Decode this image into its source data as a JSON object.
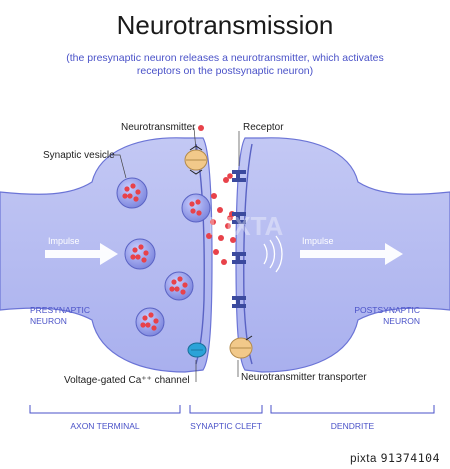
{
  "header": {
    "title": "Neurotransmission",
    "subtitle": "(the presynaptic neuron releases a neurotransmitter, which activates receptors on the postsynaptic neuron)"
  },
  "labels": {
    "neurotransmitter": "Neurotransmitter",
    "receptor": "Receptor",
    "synaptic_vesicle": "Synaptic vesicle",
    "impulse_left": "Impulse",
    "impulse_right": "Impulse",
    "presynaptic_line1": "PRESYNAPTIC",
    "presynaptic_line2": "NEURON",
    "postsynaptic_line1": "POSTSYNAPTIC",
    "postsynaptic_line2": "NEURON",
    "ca_channel": "Voltage-gated Ca⁺⁺ channel",
    "transporter": "Neurotransmitter transporter"
  },
  "segments": {
    "axon_terminal": "AXON TERMINAL",
    "synaptic_cleft": "SYNAPTIC CLEFT",
    "dendrite": "DENDRITE"
  },
  "watermark": "PIXTA",
  "footer": {
    "brand": "pixta",
    "stock_id": "91374104"
  },
  "colors": {
    "membrane": "#b7bdf2",
    "membrane_edge": "#6b74d6",
    "vesicle": "#7f88de",
    "neurotransmitter": "#e8424a",
    "receptor": "#3b4a9e",
    "transporter": "#f2c98a",
    "ca_channel": "#2ba3d8",
    "accent_text": "#4a52c8"
  }
}
